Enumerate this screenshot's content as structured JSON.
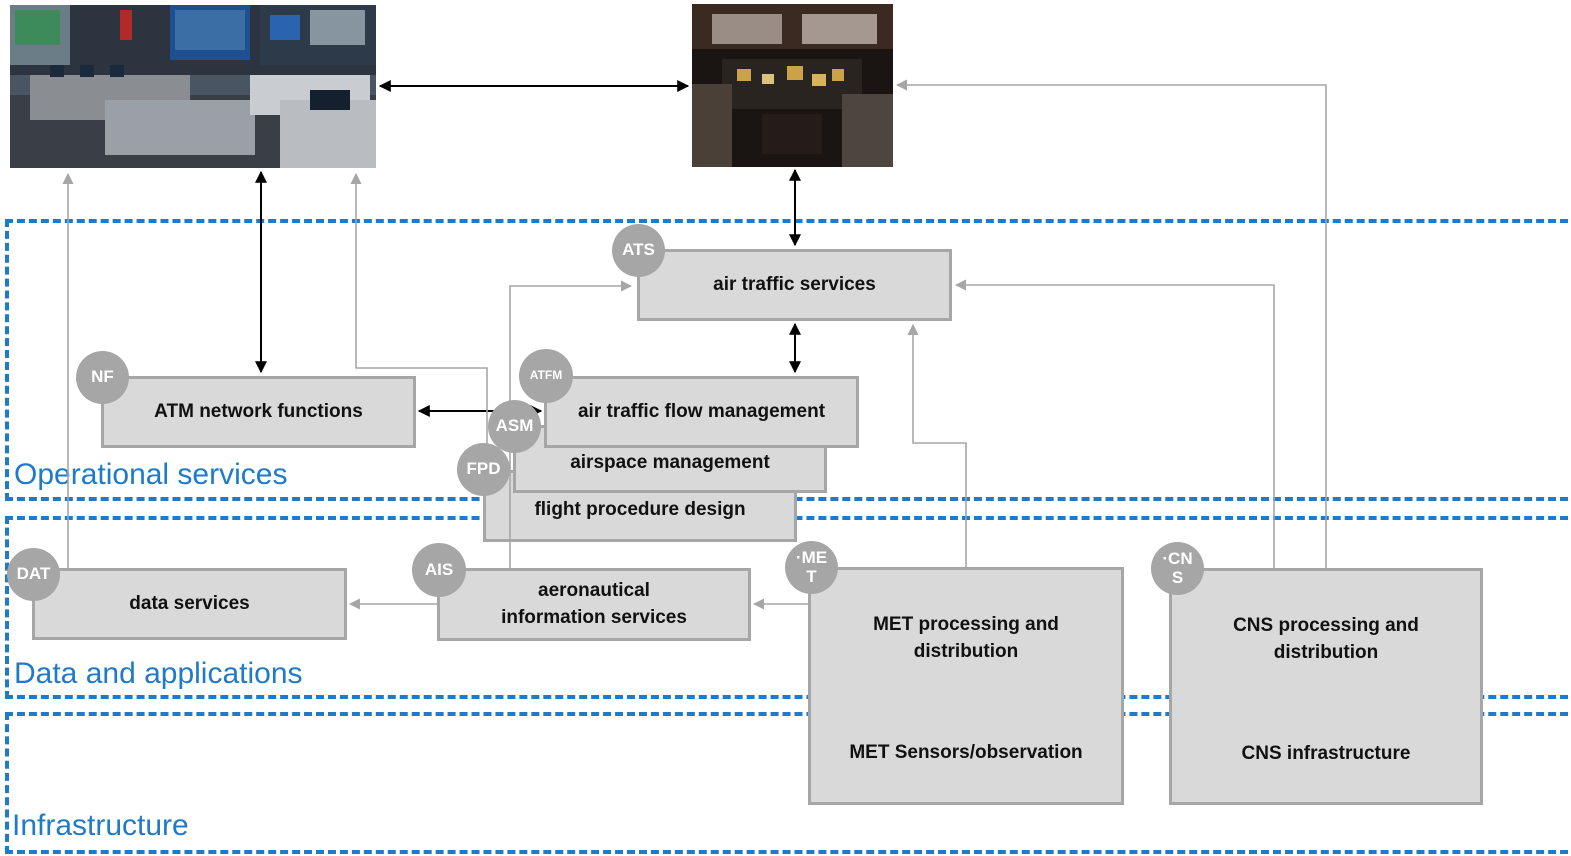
{
  "layers": {
    "operational": "Operational services",
    "data": "Data and applications",
    "infrastructure": "Infrastructure"
  },
  "boxes": {
    "ats": "air traffic services",
    "nf": "ATM network functions",
    "atfm": "air traffic flow management",
    "asm": "airspace management",
    "fpd": "flight procedure design",
    "dat": "data services",
    "ais": "aeronautical information services",
    "met_proc": "MET processing and distribution",
    "met_sensors": "MET Sensors/observation",
    "cns_proc": "CNS processing and distribution",
    "cns_infra": "CNS infrastructure"
  },
  "badges": {
    "ats": "ATS",
    "nf": "NF",
    "atfm": "ATFM",
    "asm": "ASM",
    "fpd": "FPD",
    "dat": "DAT",
    "ais": "AIS",
    "met": "·MET",
    "cns": "·CNS"
  },
  "images": {
    "control_room": "control-room-photo",
    "cockpit": "cockpit-photo"
  },
  "colors": {
    "layer_border": "#1f7ac9",
    "box_fill": "#d9d9d9",
    "box_border": "#a6a6a6",
    "badge_fill": "#a6a6a6",
    "arrow_info": "#a6a6a6",
    "arrow_interaction": "#000000"
  }
}
